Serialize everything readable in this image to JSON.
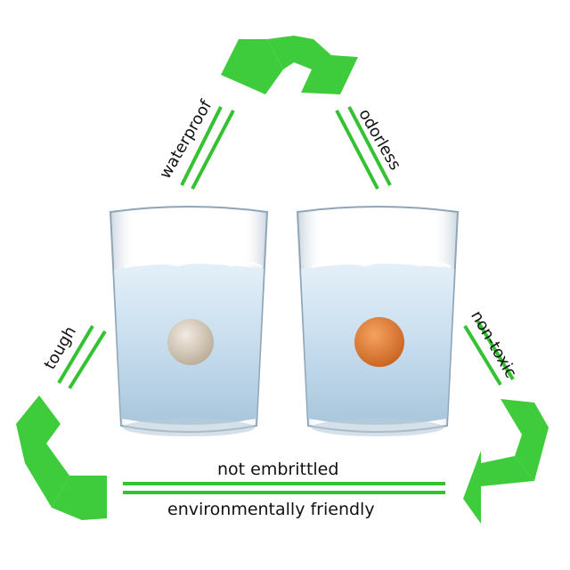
{
  "labels": {
    "waterproof": "waterproof",
    "odorless": "odorless",
    "tough": "tough",
    "non_toxic": "non-toxic",
    "not_embrittled": "not embrittled",
    "environmentally_friendly": "environmentally friendly"
  },
  "colors": {
    "arrow_green": "#3fcc3c",
    "line_green": "#35c232",
    "water_blue": "#cfe3f2",
    "glass_edge": "#8fa6b8",
    "ball_left": "#d9cdbd",
    "ball_right": "#e8833a"
  },
  "icons": {
    "top": "recycle-arrow-icon",
    "left": "recycle-arrow-icon",
    "right": "recycle-arrow-icon"
  }
}
